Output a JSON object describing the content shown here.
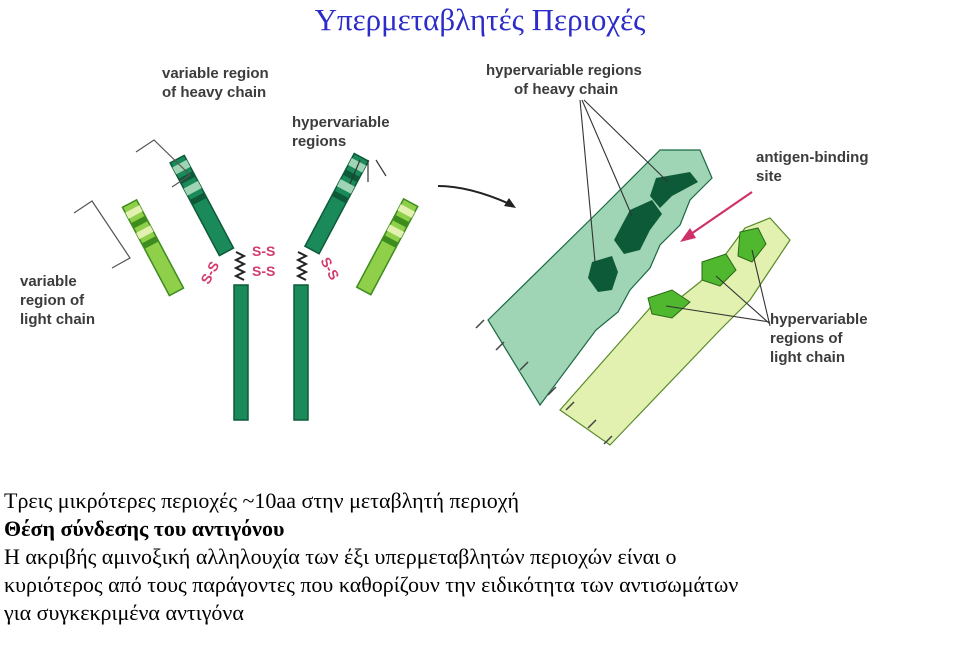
{
  "slide": {
    "title": "Υπερμεταβλητές Περιοχές"
  },
  "diagram": {
    "labels": {
      "variable_heavy_l1": "variable region",
      "variable_heavy_l2": "of heavy chain",
      "hypervariable_l1": "hypervariable",
      "hypervariable_l2": "regions",
      "hv_heavy_l1": "hypervariable regions",
      "hv_heavy_l2": "of heavy chain",
      "antigen_site_l1": "antigen-binding",
      "antigen_site_l2": "site",
      "variable_light_l1": "variable",
      "variable_light_l2": "region of",
      "variable_light_l3": "light chain",
      "hv_light_l1": "hypervariable",
      "hv_light_l2": "regions of",
      "hv_light_l3": "light chain",
      "disulfide": "S-S"
    },
    "colors": {
      "heavy_chain": "#1a8a5a",
      "heavy_dark": "#0d5a38",
      "light_chain": "#8fcf4a",
      "light_dark": "#3c8c1e",
      "heavy_block": "#9fd4b4",
      "light_block": "#e2f0b0",
      "disulfide": "#d23c6e",
      "arrow_pink": "#d0306a"
    }
  },
  "text": {
    "line1": "Τρεις μικρότερες περιοχές ~10aa στην μεταβλητή περιοχή",
    "line2": "Θέση σύνδεσης του αντιγόνου",
    "line3": "Η ακριβής αμινοξική αλληλουχία των έξι υπερμεταβλητών περιοχών είναι ο",
    "line4": "κυριότερος από τους παράγοντες που καθορίζουν την ειδικότητα των αντισωμάτων",
    "line5": "για συγκεκριμένα αντιγόνα"
  }
}
